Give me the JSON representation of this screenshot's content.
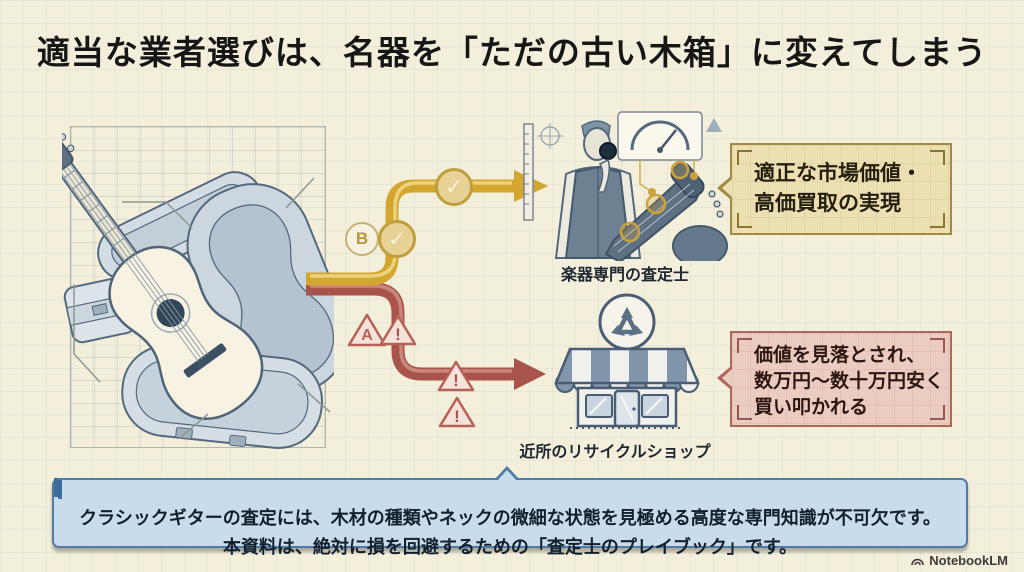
{
  "title": "適当な業者選びは、名器を「ただの古い木箱」に変えてしまう",
  "colors": {
    "background": "#f4efdb",
    "path_good": "#d2a62f",
    "path_bad": "#a9544b",
    "box_good_bg": "#ecdfb2",
    "box_good_border": "#a08a45",
    "box_bad_bg": "#ebccc0",
    "box_bad_border": "#ad675c",
    "footer_bg": "#c8dcec",
    "footer_border": "#4f7ca6"
  },
  "flow": {
    "badge_b": "B",
    "badge_a": "A",
    "check_icon": "✓",
    "warning_icon": "!",
    "good": {
      "label": "楽器専門の査定士",
      "outcome_line1": "適正な市場価値・",
      "outcome_line2": "高価買取の実現"
    },
    "bad": {
      "label": "近所のリサイクルショップ",
      "outcome_line1": "価値を見落とされ、",
      "outcome_line2": "数万円〜数十万円安く",
      "outcome_line3": "買い叩かれる"
    }
  },
  "footer": {
    "line1": "クラシックギターの査定には、木材の種類やネックの微細な状態を見極める高度な専門知識が不可欠です。",
    "line2": "本資料は、絶対に損を回避するための「査定士のプレイブック」です。"
  },
  "watermark": {
    "brand": "NotebookLM"
  }
}
